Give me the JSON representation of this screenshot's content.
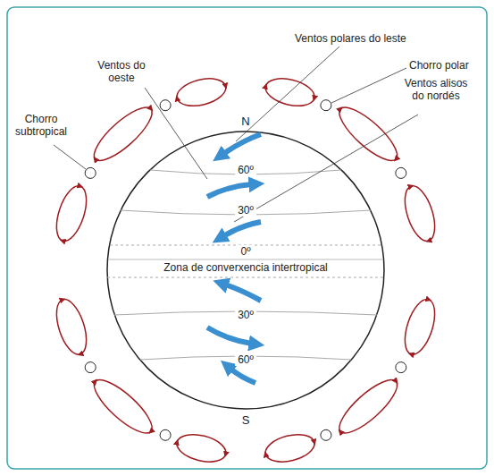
{
  "diagram": {
    "labels": [
      "Ventos polares do leste",
      "Chorro polar",
      "Ventos do oeste",
      "Ventos alisos do nordés",
      "Chorro subtropical",
      "N",
      "60º",
      "30º",
      "0º",
      "Zona de converxencia intertropical",
      "30º",
      "60º",
      "S"
    ]
  }
}
